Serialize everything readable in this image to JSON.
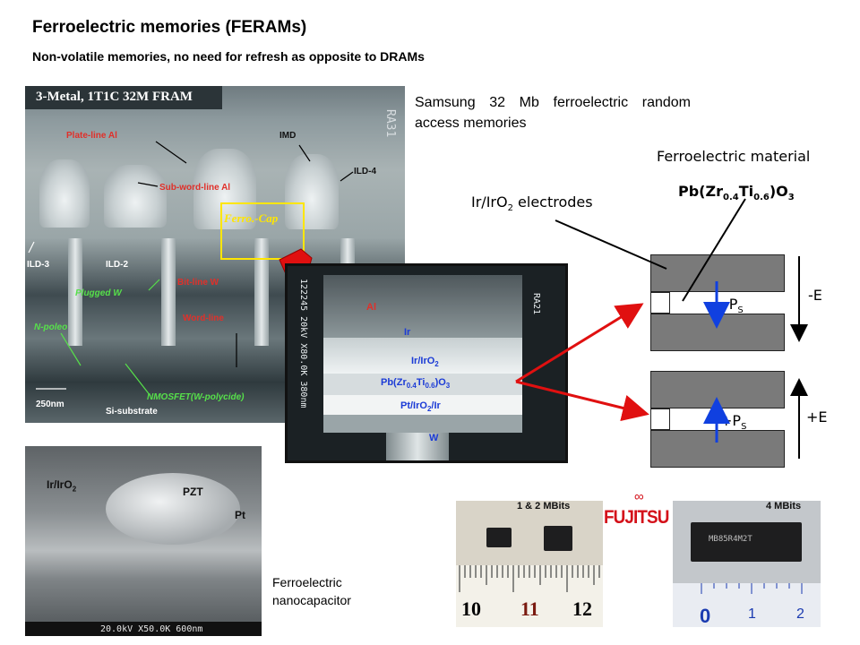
{
  "title": "Ferroelectric memories (FERAMs)",
  "subtitle": "Non-volatile memories, no need for refresh as opposite to DRAMs",
  "samsung_caption": "Samsung 32 Mb ferroelectric random access memories",
  "fram_micrograph": {
    "banner": "3-Metal, 1T1C 32M FRAM",
    "side_code": "RA31",
    "labels": {
      "plate_line": "Plate-line Al",
      "sub_word_line": "Sub-word-line Al",
      "imd": "IMD",
      "ild4": "ILD-4",
      "ferro_cap": "Ferro.-Cap",
      "ild3": "ILD-3",
      "ild2": "ILD-2",
      "bit_line": "Bit-line W",
      "plugged_w": "Plugged W",
      "word_line": "Word-line",
      "n_poleo": "N-poleo",
      "scale": "250nm",
      "si_substrate": "Si-substrate",
      "nmosfet": "NMOSFET(W-polycide)"
    }
  },
  "zoom_micrograph": {
    "labels": {
      "al": "Al",
      "ir": "Ir",
      "ir_iro2_main": "Ir/IrO",
      "ir_iro2_sub": "2",
      "pzt_main": "Pb(Zr",
      "pzt_zr": "0.4",
      "pzt_ti": "Ti",
      "pzt_ti_sub": "0.6",
      "pzt_o": ")O",
      "pzt_o_sub": "3",
      "pt_main": "Pt/IrO",
      "pt_sub": "2",
      "pt_end": "/Ir",
      "w": "W"
    },
    "side_text": "122245 20kV X80.0K 380nm",
    "corner_code": "RA21"
  },
  "diagram": {
    "ferroelectric_material_label": "Ferroelectric material",
    "pzt": {
      "main": "Pb(Zr",
      "zr": "0.4",
      "ti": "Ti",
      "ti_sub": "0.6",
      "o": ")O",
      "o_sub": "3"
    },
    "electrodes": {
      "main": "Ir/IrO",
      "sub": "2",
      "end": " electrodes"
    },
    "neg_ps": {
      "sign": "-P",
      "sub": "S"
    },
    "pos_ps": {
      "sign": "+P",
      "sub": "S"
    },
    "neg_e": "-E",
    "pos_e": "+E"
  },
  "nano_micrograph": {
    "ir_iro2_main": "Ir/IrO",
    "ir_iro2_sub": "2",
    "pzt": "PZT",
    "pt": "Pt",
    "info_bar": "20.0kV X50.0K 600nm"
  },
  "nano_caption": "Ferroelectric nanocapacitor",
  "chips": {
    "left_caption": "1 & 2 MBits",
    "right_caption": "4 MBits",
    "left_ruler": [
      "10",
      "11",
      "12"
    ],
    "right_ruler": [
      "0",
      "1",
      "2"
    ],
    "brand": "FUJITSU",
    "chip_markings": "MB85R4M2T"
  },
  "colors": {
    "accent_red": "#e01010",
    "arrow_blue": "#1040e0",
    "fujitsu_red": "#d4111a"
  }
}
